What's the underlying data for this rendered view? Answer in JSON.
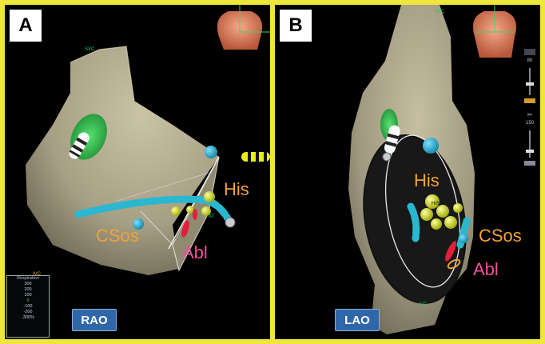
{
  "panels": [
    {
      "letter": "A",
      "view": "RAO",
      "labels": {
        "his": "His",
        "csos": "CSos",
        "abl": "Abl"
      },
      "small_labels": {
        "svc": "SVC",
        "ivc": "IVC",
        "at": "AT"
      },
      "respiration": {
        "title": "Respiration",
        "ticks": [
          "300",
          "200",
          "100",
          "0",
          "-100",
          "-200",
          "-300%"
        ]
      }
    },
    {
      "letter": "B",
      "view": "LAO",
      "labels": {
        "his": "His",
        "csos": "CSos",
        "abl": "Abl"
      },
      "small_labels": {
        "svc": "SVC",
        "ivc": "IVC",
        "his_tag": "HIS"
      },
      "tool_values": [
        "80",
        "150"
      ]
    }
  ],
  "colors": {
    "frame": "#efe63b",
    "view_button": "#2f67a8",
    "orange_label": "#f1a23a",
    "pink_label": "#ef4f9c"
  }
}
